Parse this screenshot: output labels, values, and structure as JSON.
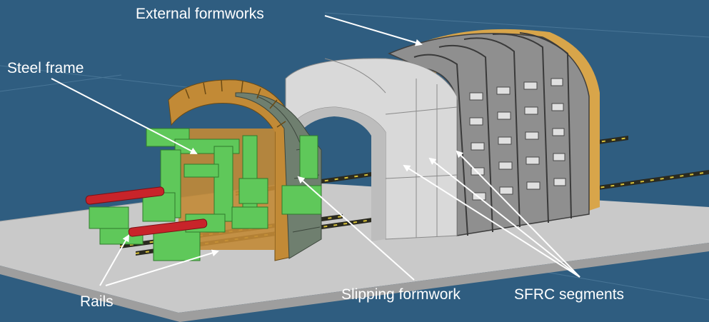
{
  "labels": {
    "external_formworks": "External formworks",
    "steel_frame": "Steel frame",
    "rails": "Rails",
    "slipping_formwork": "Slipping formwork",
    "sfrc_segments": "SFRC segments"
  },
  "colors": {
    "background": "#2f5d80",
    "base_plate": "#c9c9c9",
    "steel_frame": "#5fc85a",
    "cylinder": "#c8242a",
    "rails": "#2a2a20",
    "rail_marks": "#d8c238",
    "slipping_formwork": "#6f7f6f",
    "formwork_ribs": "#b8862e",
    "sfrc_segment": "#d9d9d9",
    "external_formwork": "#8f8f8f",
    "annotation": "#ffffff"
  }
}
